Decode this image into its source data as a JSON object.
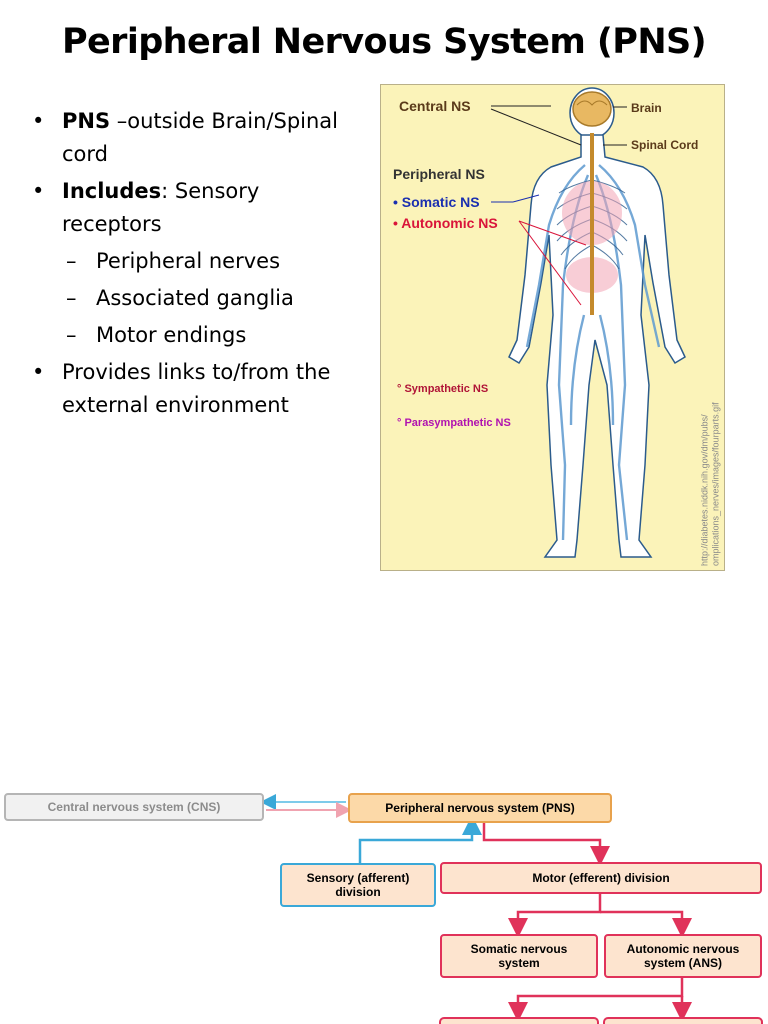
{
  "slide": {
    "title": "Peripheral Nervous System (PNS)",
    "bullets": [
      {
        "bold": "PNS",
        "text": " –outside Brain/Spinal cord"
      },
      {
        "bold": "Includes",
        "text": ": Sensory receptors"
      }
    ],
    "sub_bullets": [
      "Peripheral nerves",
      "Associated ganglia",
      "Motor endings"
    ],
    "last_bullet": "Provides links to/from the external environment"
  },
  "figure": {
    "central_ns": "Central NS",
    "brain": "Brain",
    "spinal_cord": "Spinal Cord",
    "peripheral_ns": "Peripheral NS",
    "somatic_ns": "• Somatic NS",
    "autonomic_ns": "• Autonomic NS",
    "sympathetic_ns": "° Sympathetic NS",
    "parasympathetic_ns": "° Parasympathetic NS",
    "credit_line1": "http://diabetes.niddk.nih.gov/dm/pubs/",
    "credit_line2": "omplications_nerves/images/fourparts.gif",
    "colors": {
      "background": "#fbf3b9",
      "somatic": "#1a2fb0",
      "autonomic": "#d9143a",
      "sympathetic": "#b01437",
      "parasympathetic": "#b012b0",
      "label": "#5a3a1a"
    }
  },
  "chart": {
    "cns": "Central nervous system (CNS)",
    "pns": "Peripheral nervous system (PNS)",
    "sensory": "Sensory (afferent) division",
    "motor": "Motor (efferent) division",
    "somatic": "Somatic nervous system",
    "autonomic": "Autonomic nervous system (ANS)",
    "colors": {
      "pns_fill": "#fcd9a8",
      "motor_border": "#e0325a",
      "sensory_border": "#3aa8d8",
      "cns_border": "#b5b5b5"
    }
  }
}
